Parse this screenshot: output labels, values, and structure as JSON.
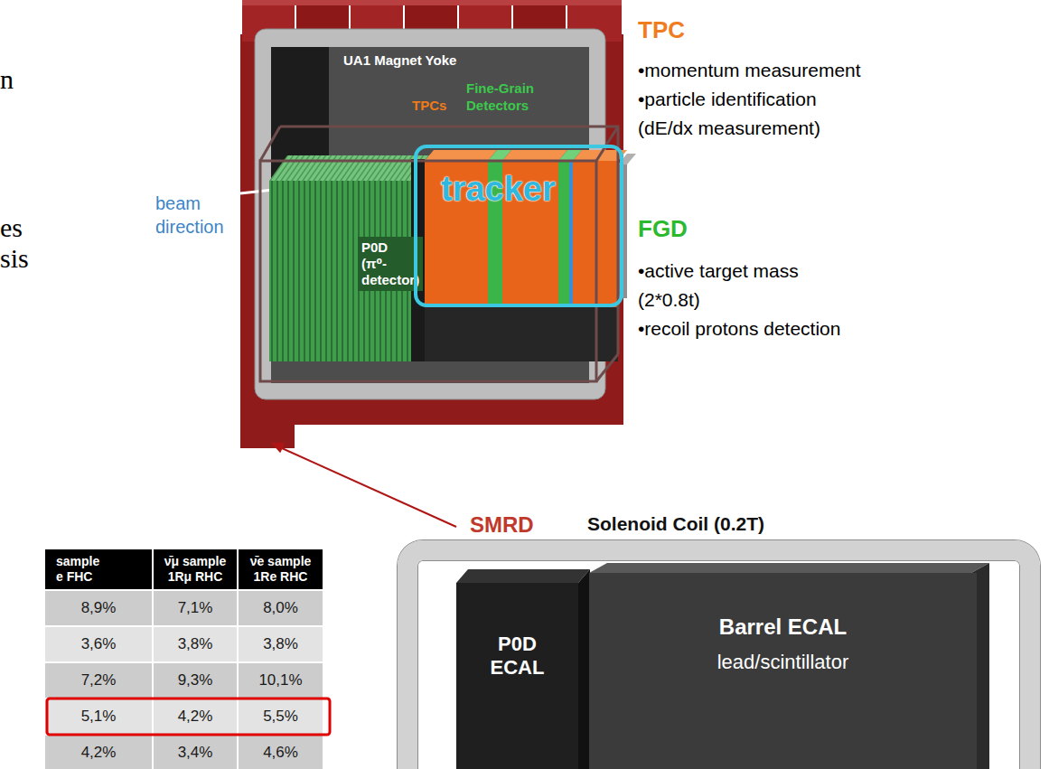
{
  "diagram": {
    "nodes": [
      {
        "text": [
          "UA1 Magnet Yoke"
        ]
      },
      {
        "text": [
          "P0D",
          "(π⁰-detector)"
        ]
      },
      {
        "text": [
          "tracker"
        ]
      },
      {
        "text": [
          "Solenoid Coil (0.2T)"
        ]
      },
      {
        "text": [
          "P0D ECAL"
        ],
        "in": 3
      },
      {
        "text": [
          "Barrel ECAL",
          "lead/scintillator"
        ],
        "in": 3
      }
    ],
    "labels": [
      "n",
      "beam direction",
      "es",
      "sis",
      "TPCs",
      "Fine-Grain Detectors",
      "TPC",
      "•momentum measurement",
      "•particle identification (dE/dx measurement)",
      "FGD",
      "•active target mass (2*0.8t)",
      "•recoil protons detection",
      "SMRD",
      "sample e FHC",
      "ν̄μ sample 1Rμ RHC",
      "ν̄e sample 1Re RHC",
      "8,9%",
      "7,1%",
      "8,0%",
      "3,6%",
      "3,8%",
      "3,8%",
      "7,2%",
      "9,3%",
      "10,1%",
      "5,1%",
      "4,2%",
      "5,5%",
      "4,2%",
      "3,4%",
      "4,6%"
    ]
  }
}
